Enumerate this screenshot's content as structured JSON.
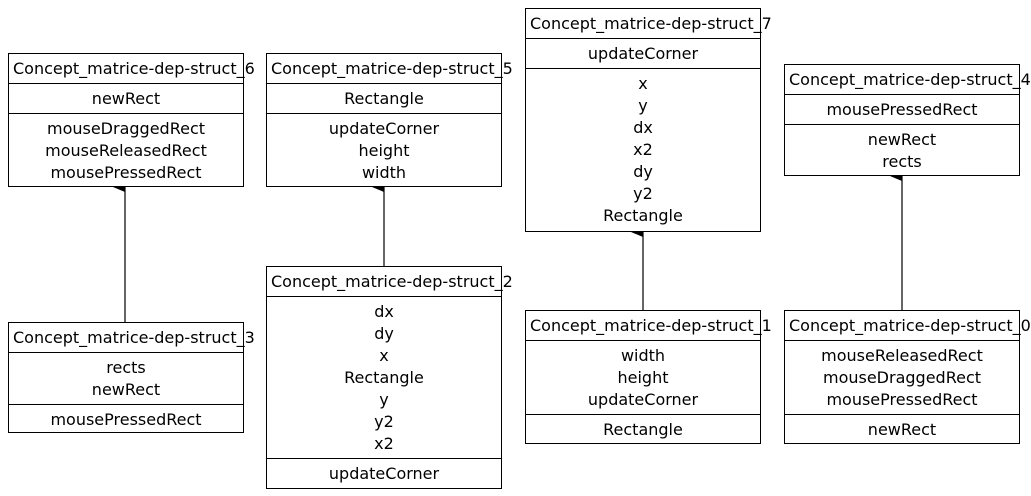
{
  "diagram": {
    "nodes": {
      "c6": {
        "title": "Concept_matrice-dep-struct_6",
        "top": [
          "newRect"
        ],
        "bottom": [
          "mouseDraggedRect",
          "mouseReleasedRect",
          "mousePressedRect"
        ]
      },
      "c5": {
        "title": "Concept_matrice-dep-struct_5",
        "top": [
          "Rectangle"
        ],
        "bottom": [
          "updateCorner",
          "height",
          "width"
        ]
      },
      "c7": {
        "title": "Concept_matrice-dep-struct_7",
        "top": [
          "updateCorner"
        ],
        "bottom": [
          "x",
          "y",
          "dx",
          "x2",
          "dy",
          "y2",
          "Rectangle"
        ]
      },
      "c4": {
        "title": "Concept_matrice-dep-struct_4",
        "top": [
          "mousePressedRect"
        ],
        "bottom": [
          "newRect",
          "rects"
        ]
      },
      "c3": {
        "title": "Concept_matrice-dep-struct_3",
        "top": [
          "rects",
          "newRect"
        ],
        "bottom": [
          "mousePressedRect"
        ]
      },
      "c2": {
        "title": "Concept_matrice-dep-struct_2",
        "top": [
          "dx",
          "dy",
          "x",
          "Rectangle",
          "y",
          "y2",
          "x2"
        ],
        "bottom": [
          "updateCorner"
        ]
      },
      "c1": {
        "title": "Concept_matrice-dep-struct_1",
        "top": [
          "width",
          "height",
          "updateCorner"
        ],
        "bottom": [
          "Rectangle"
        ]
      },
      "c0": {
        "title": "Concept_matrice-dep-struct_0",
        "top": [
          "mouseReleasedRect",
          "mouseDraggedRect",
          "mousePressedRect"
        ],
        "bottom": [
          "newRect"
        ]
      }
    },
    "edges": [
      {
        "from": "c3",
        "to": "c6"
      },
      {
        "from": "c2",
        "to": "c5"
      },
      {
        "from": "c1",
        "to": "c7"
      },
      {
        "from": "c0",
        "to": "c4"
      }
    ]
  }
}
